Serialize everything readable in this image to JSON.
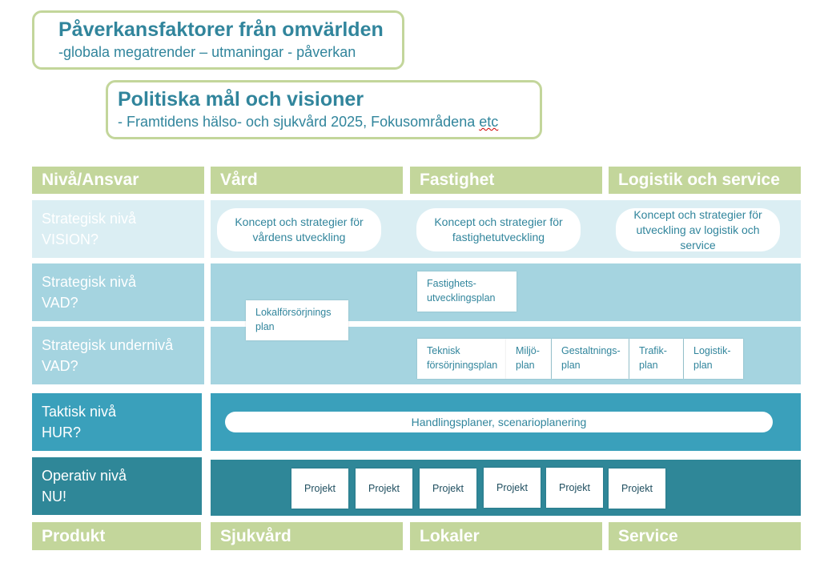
{
  "top": {
    "box1": {
      "title": "Påverkansfaktorer från omvärlden",
      "subtitle": "-globala megatrender – utmaningar - påverkan"
    },
    "box2": {
      "title": "Politiska mål och visioner",
      "subtitle_main": "- Framtidens hälso- och sjukvård 2025, Fokusområdena ",
      "subtitle_err": "etc"
    }
  },
  "header": {
    "level": "Nivå/Ansvar",
    "col1": "Vård",
    "col2": "Fastighet",
    "col3": "Logistik och service"
  },
  "rows": {
    "r1": {
      "line1": "Strategisk nivå",
      "line2": "VISION?"
    },
    "r2": {
      "line1": "Strategisk nivå",
      "line2": "VAD?"
    },
    "r3": {
      "line1": "Strategisk undernivå",
      "line2": "VAD?"
    },
    "r4": {
      "line1": "Taktisk nivå",
      "line2": "HUR?"
    },
    "r5": {
      "line1": "Operativ nivå",
      "line2": "NU!"
    }
  },
  "vision_pills": [
    "Koncept och strategier för vårdens utveckling",
    "Koncept och strategier för fastighetutveckling",
    "Koncept och strategier för utveckling av logistik och service"
  ],
  "plans": {
    "fastighet": "Fastighets-utvecklingsplan",
    "lokal": "Lokalförsörjnings plan",
    "teknisk": "Teknisk försörjningsplan",
    "miljo": "Miljö-plan",
    "gestaltning": "Gestaltnings-plan",
    "trafik": "Trafik-plan",
    "logistik": "Logistik-plan"
  },
  "tactical": "Handlingsplaner, scenarioplanering",
  "projects": [
    "Projekt",
    "Projekt",
    "Projekt",
    "Projekt",
    "Projekt",
    "Projekt"
  ],
  "footer": {
    "level": "Produkt",
    "col1": "Sjukvård",
    "col2": "Lokaler",
    "col3": "Service"
  },
  "colors": {
    "green": "#c3d69b",
    "teal_text": "#31859c",
    "row1": "#dbeef3",
    "row2": "#a5d4e0",
    "row4": "#3aa0bb",
    "row5": "#2f8798"
  }
}
